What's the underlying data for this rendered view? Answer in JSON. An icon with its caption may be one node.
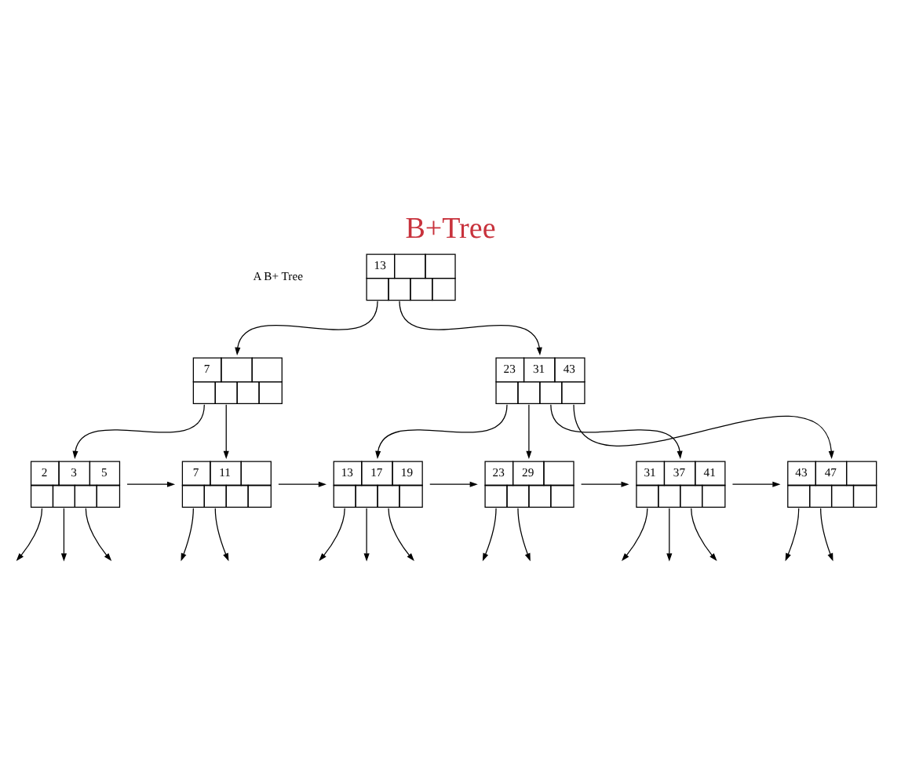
{
  "diagram": {
    "title": "B+Tree",
    "nodes": [
      {
        "text": [
          "13"
        ]
      },
      {
        "text": [
          "7"
        ]
      },
      {
        "text": [
          "23",
          "31",
          "43"
        ]
      },
      {
        "text": [
          "2",
          "3",
          "5"
        ]
      },
      {
        "text": [
          "7",
          "11"
        ]
      },
      {
        "text": [
          "13",
          "17",
          "19"
        ]
      },
      {
        "text": [
          "23",
          "29"
        ]
      },
      {
        "text": [
          "31",
          "37",
          "41"
        ]
      },
      {
        "text": [
          "43",
          "47"
        ]
      }
    ],
    "edges": [
      {
        "from": 0,
        "to": 1,
        "arrow": "to"
      },
      {
        "from": 0,
        "to": 2,
        "arrow": "to"
      },
      {
        "from": 1,
        "to": 3,
        "arrow": "to"
      },
      {
        "from": 1,
        "to": 4,
        "arrow": "to"
      },
      {
        "from": 2,
        "to": 5,
        "arrow": "to"
      },
      {
        "from": 2,
        "to": 6,
        "arrow": "to"
      },
      {
        "from": 2,
        "to": 7,
        "arrow": "to"
      },
      {
        "from": 2,
        "to": 8,
        "arrow": "to"
      },
      {
        "from": 3,
        "to": 4,
        "arrow": "to"
      },
      {
        "from": 4,
        "to": 5,
        "arrow": "to"
      },
      {
        "from": 5,
        "to": 6,
        "arrow": "to"
      },
      {
        "from": 6,
        "to": 7,
        "arrow": "to"
      },
      {
        "from": 7,
        "to": 8,
        "arrow": "to"
      },
      {
        "from": 3,
        "to": null,
        "arrow": "to"
      },
      {
        "from": 3,
        "to": null,
        "arrow": "to"
      },
      {
        "from": 3,
        "to": null,
        "arrow": "to"
      },
      {
        "from": 4,
        "to": null,
        "arrow": "to"
      },
      {
        "from": 4,
        "to": null,
        "arrow": "to"
      },
      {
        "from": 5,
        "to": null,
        "arrow": "to"
      },
      {
        "from": 5,
        "to": null,
        "arrow": "to"
      },
      {
        "from": 5,
        "to": null,
        "arrow": "to"
      },
      {
        "from": 6,
        "to": null,
        "arrow": "to"
      },
      {
        "from": 6,
        "to": null,
        "arrow": "to"
      },
      {
        "from": 7,
        "to": null,
        "arrow": "to"
      },
      {
        "from": 7,
        "to": null,
        "arrow": "to"
      },
      {
        "from": 7,
        "to": null,
        "arrow": "to"
      },
      {
        "from": 8,
        "to": null,
        "arrow": "to"
      },
      {
        "from": 8,
        "to": null,
        "arrow": "to"
      }
    ],
    "labels": [
      "A B+ Tree"
    ]
  }
}
